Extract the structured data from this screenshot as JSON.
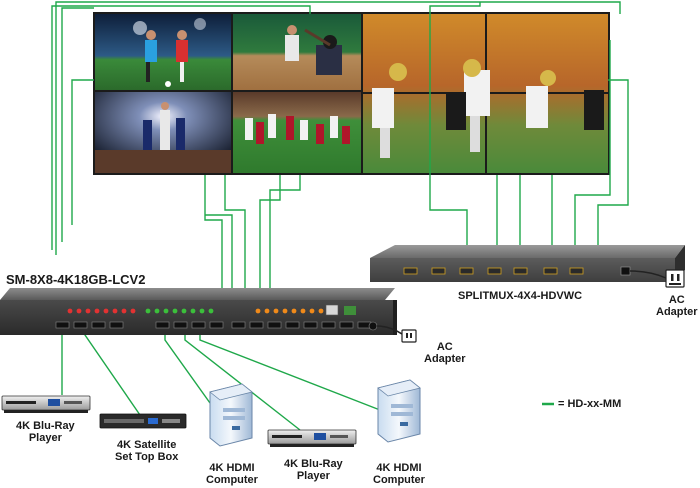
{
  "matrix": {
    "model": "SM-8X8-4K18GB-LCV2"
  },
  "splitter": {
    "model": "SPLITMUX-4X4-HDVWC"
  },
  "matrix_adapter": {
    "line1": "AC",
    "line2": "Adapter"
  },
  "splitter_adapter": {
    "line1": "AC",
    "line2": "Adapter"
  },
  "sources": [
    {
      "line1": "4K Blu-Ray",
      "line2": "Player"
    },
    {
      "line1": "4K Satellite",
      "line2": "Set Top Box"
    },
    {
      "line1": "4K HDMI",
      "line2": "Computer"
    },
    {
      "line1": "4K Blu-Ray",
      "line2": "Player"
    },
    {
      "line1": "4K HDMI",
      "line2": "Computer"
    }
  ],
  "legend": {
    "text": "= HD-xx-MM"
  },
  "colors": {
    "cable": "#1fa84a",
    "chassis": "#3a3a3a",
    "bezel": "#26262a"
  },
  "screens": [
    "soccer",
    "baseball",
    "basketball",
    "football-small",
    "football-large"
  ]
}
